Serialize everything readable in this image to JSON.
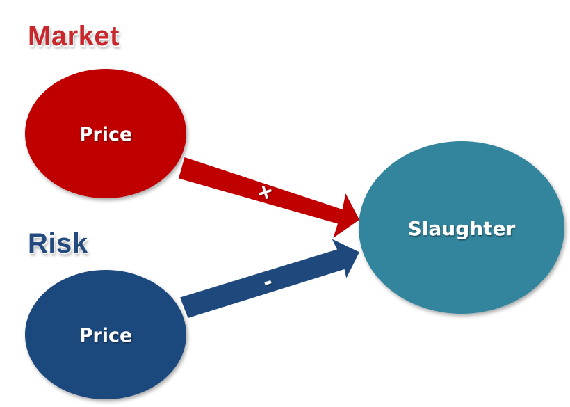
{
  "titles": {
    "market": "Market",
    "risk": "Risk"
  },
  "nodes": {
    "market_price": {
      "label": "Price",
      "color": "#c00000"
    },
    "risk_price": {
      "label": "Price",
      "color": "#1f497d"
    },
    "slaughter": {
      "label": "Slaughter",
      "color": "#31859c"
    }
  },
  "edges": [
    {
      "from": "market_price",
      "to": "slaughter",
      "sign": "+",
      "color": "#c00000"
    },
    {
      "from": "risk_price",
      "to": "slaughter",
      "sign": "-",
      "color": "#1f497d"
    }
  ]
}
